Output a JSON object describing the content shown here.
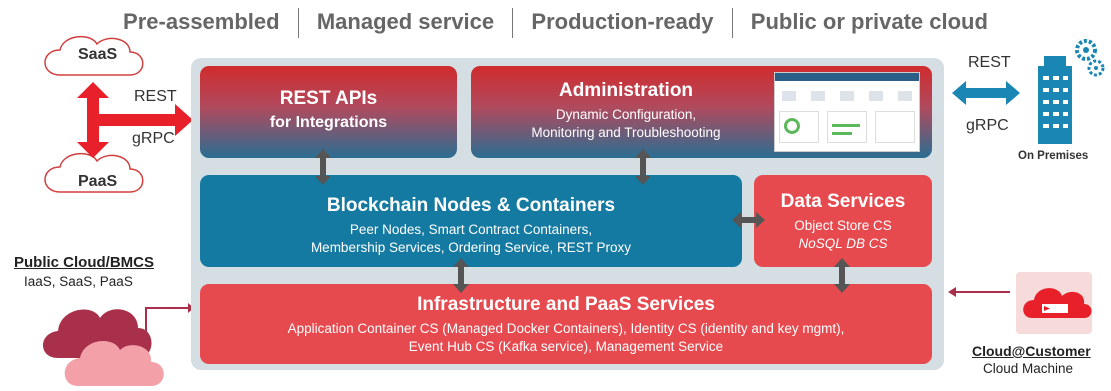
{
  "banner": {
    "items": [
      "Pre-assembled",
      "Managed service",
      "Production-ready",
      "Public or private cloud"
    ]
  },
  "left": {
    "saas": "SaaS",
    "paas": "PaaS",
    "rest": "REST",
    "grpc": "gRPC",
    "public_cloud_title": "Public Cloud/BMCS",
    "public_cloud_sub": "IaaS, SaaS, PaaS"
  },
  "right": {
    "rest": "REST",
    "grpc": "gRPC",
    "on_premises": "On Premises",
    "cloud_customer_title": "Cloud@Customer",
    "cloud_customer_sub": "Cloud Machine"
  },
  "boxes": {
    "rest_apis": {
      "title": "REST APIs",
      "subtitle": "for Integrations"
    },
    "administration": {
      "title": "Administration",
      "line1": "Dynamic Configuration,",
      "line2": "Monitoring and Troubleshooting"
    },
    "blockchain": {
      "title": "Blockchain Nodes & Containers",
      "line1": "Peer Nodes, Smart Contract Containers,",
      "line2": "Membership Services, Ordering Service, REST Proxy"
    },
    "data_services": {
      "title": "Data Services",
      "line1": "Object Store CS",
      "line2": "NoSQL DB CS"
    },
    "infrastructure": {
      "title": "Infrastructure and PaaS Services",
      "line1": "Application Container CS (Managed Docker Containers), Identity CS (identity and key mgmt),",
      "line2": "Event Hub CS (Kafka service), Management Service"
    }
  },
  "colors": {
    "red": "#e64a4f",
    "teal": "#157aa2",
    "arrow_red": "#e8202a",
    "arrow_teal": "#1a86b3",
    "arrow_gray": "#555555",
    "cloud_pink": "#c0394f"
  }
}
